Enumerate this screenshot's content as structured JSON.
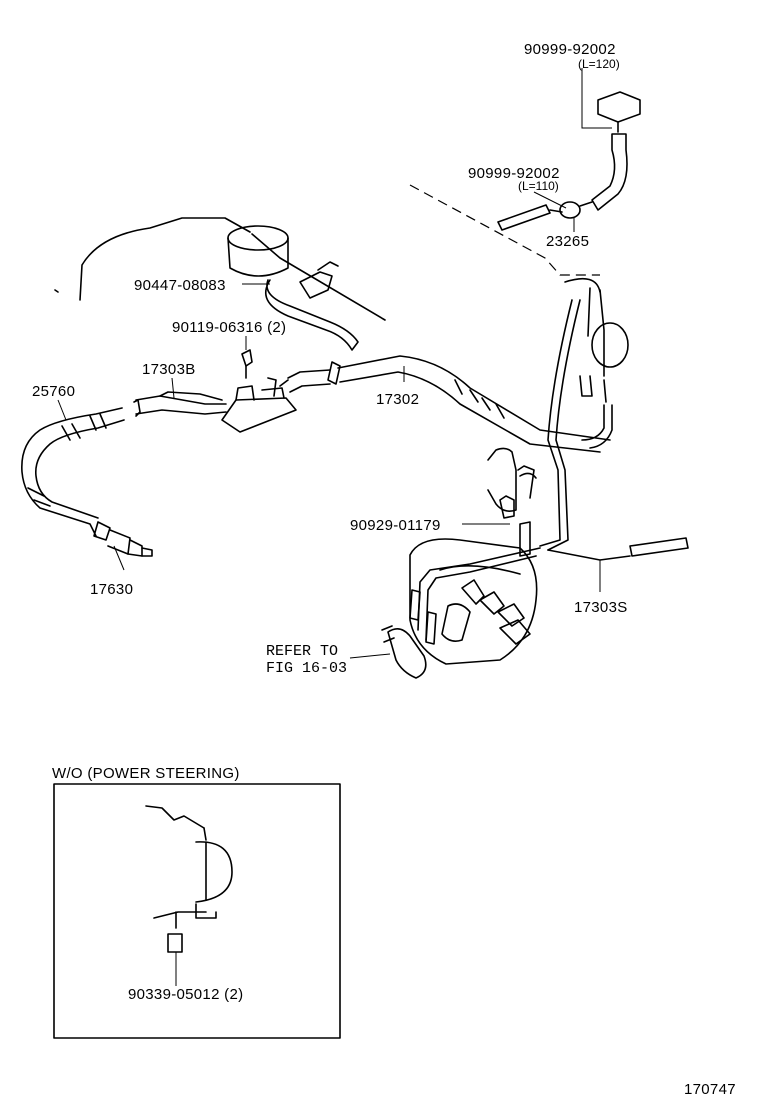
{
  "diagram": {
    "figure_number": "170747",
    "inset_title": "W/O (POWER STEERING)",
    "refer_line1": "REFER TO",
    "refer_line2": "FIG 16-03",
    "parts": {
      "p1": {
        "part_no": "90999-92002",
        "note": "(L=120)"
      },
      "p2": {
        "part_no": "90999-92002",
        "note": "(L=110)"
      },
      "p3": {
        "part_no": "23265"
      },
      "p4": {
        "part_no": "90447-08083"
      },
      "p5": {
        "part_no": "90119-06316 (2)"
      },
      "p6": {
        "part_no": "17303B"
      },
      "p7": {
        "part_no": "25760"
      },
      "p8": {
        "part_no": "17302"
      },
      "p9": {
        "part_no": "90929-01179"
      },
      "p10": {
        "part_no": "17630"
      },
      "p11": {
        "part_no": "17303S"
      },
      "p12": {
        "part_no": "90339-05012 (2)"
      }
    }
  }
}
